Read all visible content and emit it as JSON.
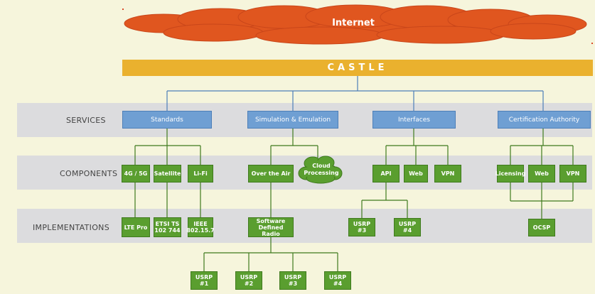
{
  "internet": {
    "label": "Internet"
  },
  "castle": {
    "label": "CASTLE"
  },
  "rows": {
    "services": "SERVICES",
    "components": "COMPONENTS",
    "implementations": "IMPLEMENTATIONS"
  },
  "services": [
    "Standards",
    "Simulation & Emulation",
    "Interfaces",
    "Certification Authority"
  ],
  "components": {
    "standards": [
      "4G / 5G",
      "Satellite",
      "Li-Fi"
    ],
    "simulation": [
      "Over the Air",
      "Cloud\nProcessing"
    ],
    "interfaces": [
      "API",
      "Web",
      "VPN"
    ],
    "certification": [
      "Licensing",
      "Web",
      "VPN"
    ]
  },
  "implementations": {
    "standards": [
      "LTE Pro",
      "ETSI TS\n102 744",
      "IEEE\n802.15.7"
    ],
    "simulation": [
      "Software\nDefined Radio"
    ],
    "interfaces": [
      "USRP #3",
      "USRP #4"
    ],
    "certification": [
      "OCSP"
    ]
  },
  "usrp_bottom": [
    "USRP #1",
    "USRP #2",
    "USRP #3",
    "USRP #4"
  ],
  "colors": {
    "background": "#f6f5dc",
    "cloud": "#e0561f",
    "castle": "#eab12e",
    "service_box": "#6f9fd3",
    "component_box": "#5a9e2f",
    "band": "#dcdcde",
    "blue_line": "#4d7fb8",
    "green_line": "#3f7a1d"
  }
}
